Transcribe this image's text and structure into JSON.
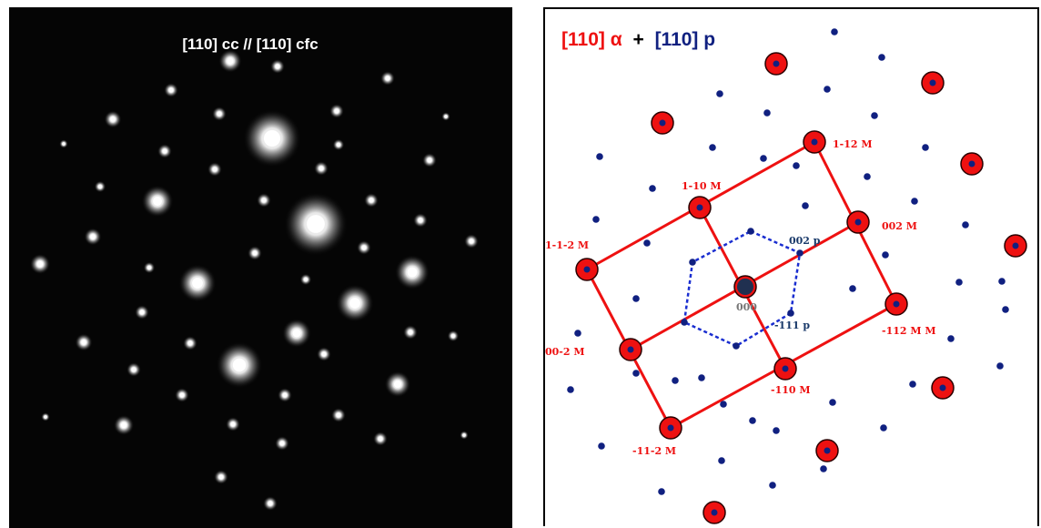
{
  "left_panel": {
    "title": "[110] cc // [110] cfc"
  },
  "right_panel": {
    "title": {
      "alpha_part": "[110] α",
      "plus": "+",
      "p_part": "[110] p"
    },
    "labels": {
      "l_112M": "1-12 M",
      "l_1_10M": "1-10 M",
      "l_002M": "002 M",
      "l_1_1_2M": "1-1-2 M",
      "l_002p": "002 p",
      "l_000": "000",
      "l_m111p": "-111 p",
      "l_m112M": "-112 M M",
      "l_00_2M": "00-2 M",
      "l_m110M": "-110 M",
      "l_m11_2M": "-11-2 M"
    }
  },
  "colors": {
    "alpha_red": "#ee1111",
    "p_blue": "#102080",
    "label_red": "#ee1111",
    "label_p": "#1a3a6a"
  }
}
